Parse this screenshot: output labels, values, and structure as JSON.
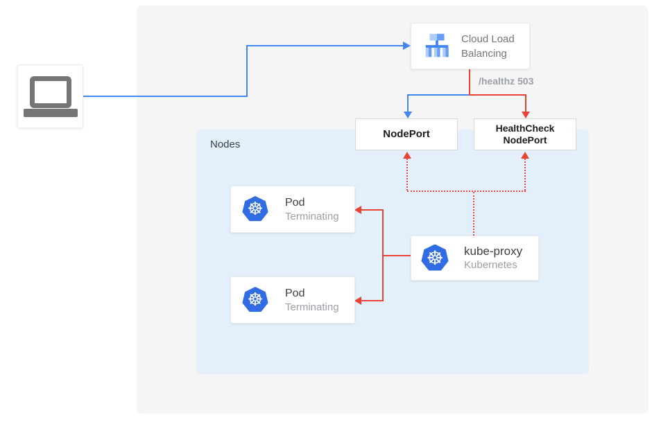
{
  "colors": {
    "blue": "#4285f4",
    "red": "#ea4335",
    "k8s_blue": "#326ce5",
    "panel_gray": "#f5f5f5",
    "nodes_blue": "#e3f0fc",
    "icon_light_blue": "#aecbfa",
    "icon_mid_blue": "#669df6",
    "laptop_gray": "#757575"
  },
  "client": {
    "icon": "laptop-icon"
  },
  "cloud_load_balancing": {
    "label": "Cloud Load Balancing",
    "icon": "cloud-load-balancing-icon"
  },
  "edges": {
    "healthz_label": "/healthz 503"
  },
  "nodes_container": {
    "label": "Nodes"
  },
  "nodeport": {
    "label": "NodePort"
  },
  "healthcheck_nodeport": {
    "line1": "HealthCheck",
    "line2": "NodePort"
  },
  "pods": [
    {
      "title": "Pod",
      "subtitle": "Terminating",
      "icon": "kubernetes-icon"
    },
    {
      "title": "Pod",
      "subtitle": "Terminating",
      "icon": "kubernetes-icon"
    }
  ],
  "kube_proxy": {
    "title": "kube-proxy",
    "subtitle": "Kubernetes",
    "icon": "kubernetes-icon"
  }
}
